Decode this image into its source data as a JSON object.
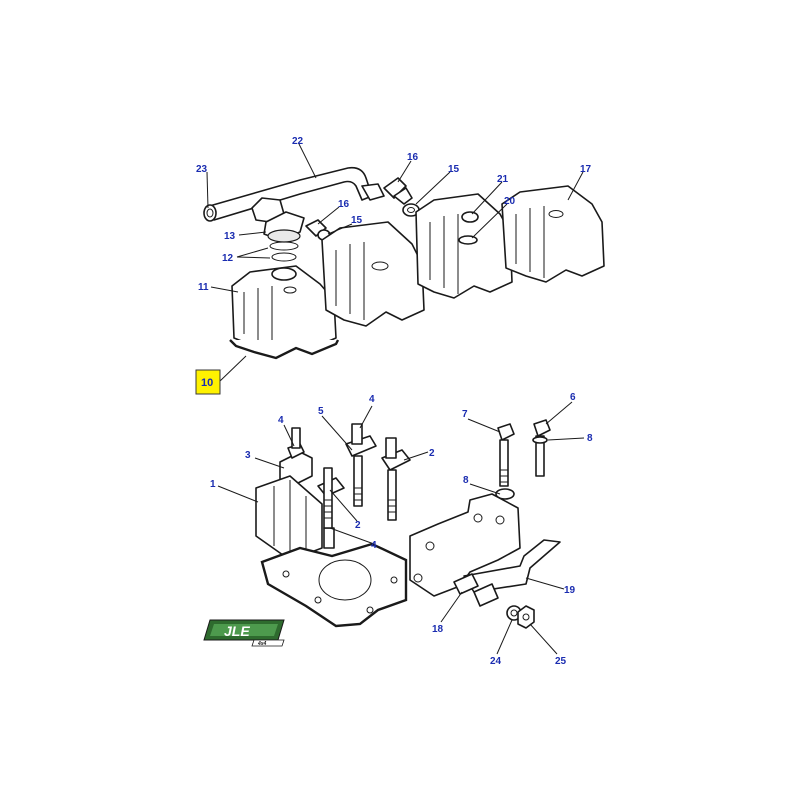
{
  "callouts": [
    {
      "id": "c1",
      "label": "1"
    },
    {
      "id": "c2a",
      "label": "2"
    },
    {
      "id": "c2b",
      "label": "2"
    },
    {
      "id": "c3",
      "label": "3"
    },
    {
      "id": "c4a",
      "label": "4"
    },
    {
      "id": "c4b",
      "label": "4"
    },
    {
      "id": "c4c",
      "label": "4"
    },
    {
      "id": "c5",
      "label": "5"
    },
    {
      "id": "c6",
      "label": "6"
    },
    {
      "id": "c7",
      "label": "7"
    },
    {
      "id": "c8a",
      "label": "8"
    },
    {
      "id": "c8b",
      "label": "8"
    },
    {
      "id": "c10",
      "label": "10"
    },
    {
      "id": "c11",
      "label": "11"
    },
    {
      "id": "c12",
      "label": "12"
    },
    {
      "id": "c13",
      "label": "13"
    },
    {
      "id": "c15a",
      "label": "15"
    },
    {
      "id": "c15b",
      "label": "15"
    },
    {
      "id": "c16a",
      "label": "16"
    },
    {
      "id": "c16b",
      "label": "16"
    },
    {
      "id": "c17",
      "label": "17"
    },
    {
      "id": "c18",
      "label": "18"
    },
    {
      "id": "c19",
      "label": "19"
    },
    {
      "id": "c20",
      "label": "20"
    },
    {
      "id": "c21",
      "label": "21"
    },
    {
      "id": "c22",
      "label": "22"
    },
    {
      "id": "c23",
      "label": "23"
    },
    {
      "id": "c24",
      "label": "24"
    },
    {
      "id": "c25",
      "label": "25"
    }
  ],
  "highlight": {
    "label": "10",
    "color": "#fff200"
  },
  "logo": {
    "text": "JLE",
    "subtext": "4x4"
  },
  "colors": {
    "callout": "#1a2cb0",
    "line": "#1a1a1a",
    "highlight": "#fff200",
    "logo_green": "#2e6b2e"
  }
}
